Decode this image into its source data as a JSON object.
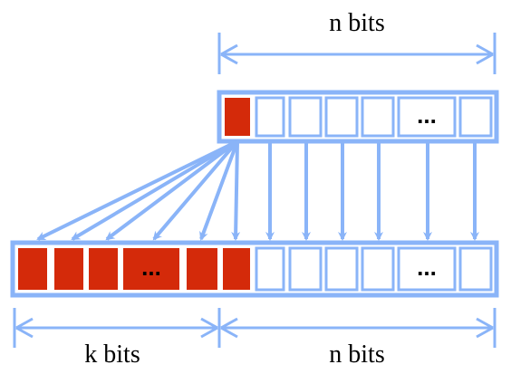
{
  "colors": {
    "line": "#8ab4f8",
    "stroke": "#7aa7f0",
    "sign_bit": "#d42a0a",
    "cell_bg": "#ffffff"
  },
  "labels": {
    "top_width": "n bits",
    "bottom_left_width": "k bits",
    "bottom_right_width": "n bits",
    "ellipsis": "..."
  }
}
